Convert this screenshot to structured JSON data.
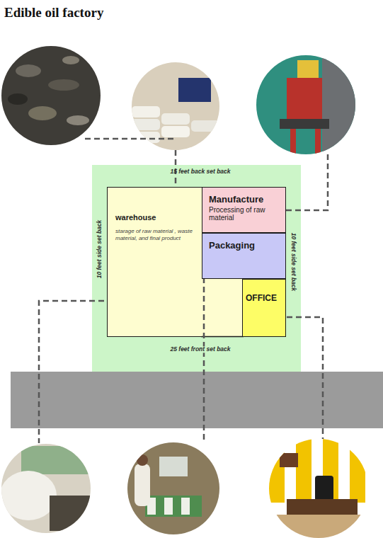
{
  "diagram": {
    "title": "Edible oil factory",
    "nodes": [
      {
        "text": [
          "warehouse",
          "starage of raw material , waste material, and final product"
        ]
      },
      {
        "text": [
          "Manufacture",
          "Processing of raw material"
        ]
      },
      {
        "text": [
          "Packaging"
        ]
      },
      {
        "text": [
          "OFFICE"
        ]
      }
    ],
    "labels": [
      "15 feet back set back",
      "10 feet side set back",
      "10 feet side set back",
      "25 feet front set back"
    ]
  }
}
